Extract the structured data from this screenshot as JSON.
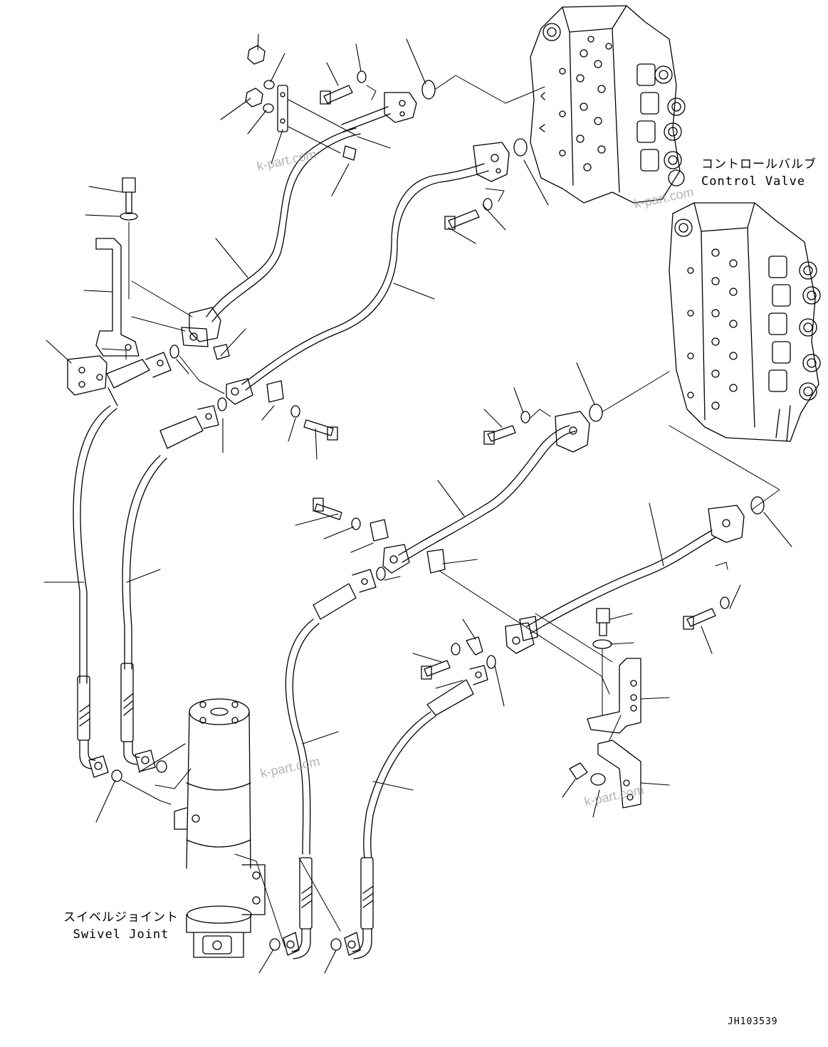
{
  "labels": {
    "control_valve_jp": "コントロールバルブ",
    "control_valve_en": "Control Valve",
    "swivel_joint_jp": "スイベルジョイント",
    "swivel_joint_en": "Swivel Joint"
  },
  "drawing_code": "JH103539",
  "watermark": "k-part.com",
  "colors": {
    "line": "#000000",
    "background": "#ffffff",
    "watermark": "#9a9a9a"
  }
}
